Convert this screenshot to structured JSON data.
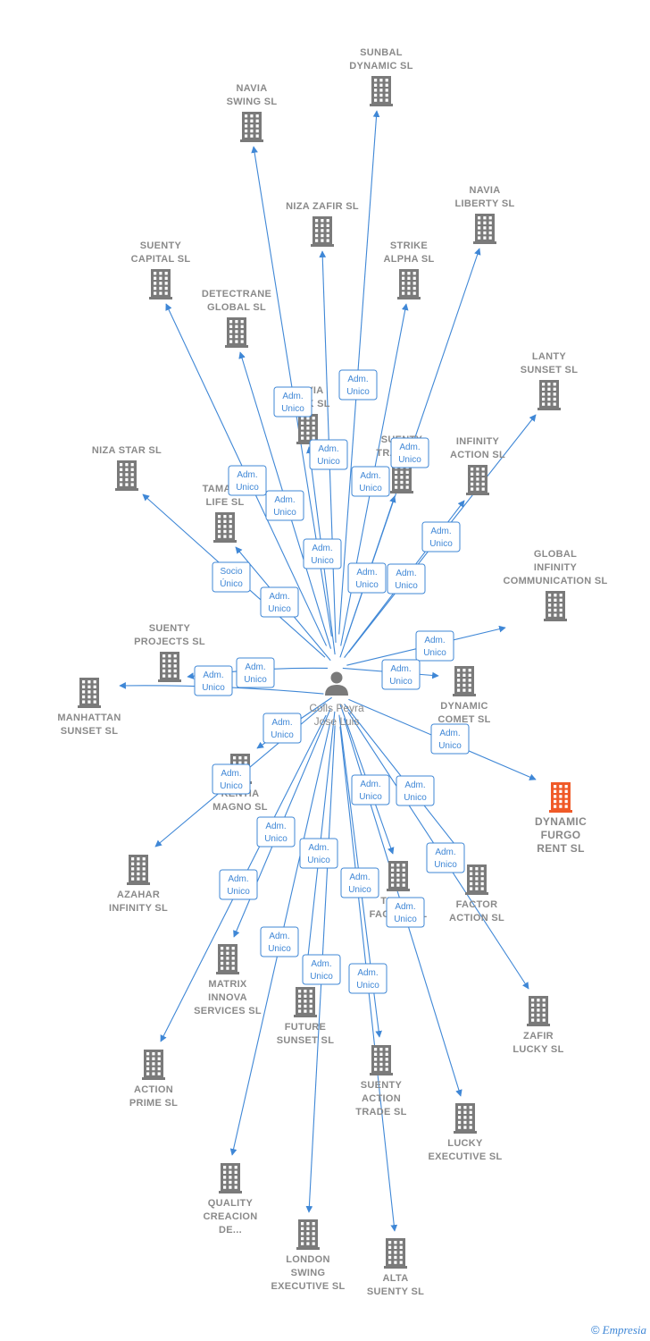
{
  "center": {
    "name_lines": [
      "Colls Peyra",
      "Jose Luis"
    ]
  },
  "colors": {
    "edge": "#3f87d6",
    "building": "#7a7a7a",
    "highlight": "#f05a28",
    "label": "#8a8a8a"
  },
  "nodes": [
    {
      "id": "sunbal",
      "lines": [
        "SUNBAL",
        "DYNAMIC SL"
      ]
    },
    {
      "id": "navia_swing",
      "lines": [
        "NAVIA",
        "SWING SL"
      ]
    },
    {
      "id": "niza_zafir",
      "lines": [
        "NIZA ZAFIR SL"
      ]
    },
    {
      "id": "navia_liberty",
      "lines": [
        "NAVIA",
        "LIBERTY SL"
      ]
    },
    {
      "id": "suenty_capital",
      "lines": [
        "SUENTY",
        "CAPITAL SL"
      ]
    },
    {
      "id": "strike_alpha",
      "lines": [
        "STRIKE",
        "ALPHA SL"
      ]
    },
    {
      "id": "detectrane",
      "lines": [
        "DETECTRANE",
        "GLOBAL  SL"
      ]
    },
    {
      "id": "lanty_sunset",
      "lines": [
        "LANTY",
        "SUNSET SL"
      ]
    },
    {
      "id": "navia_park",
      "lines": [
        "NAVIA",
        "PARK SL"
      ]
    },
    {
      "id": "suenty_trade",
      "lines": [
        "SUENTY",
        "TRADE SL"
      ]
    },
    {
      "id": "infinity_action",
      "lines": [
        "INFINITY",
        "ACTION SL"
      ]
    },
    {
      "id": "niza_star",
      "lines": [
        "NIZA STAR SL"
      ]
    },
    {
      "id": "tamarit_life",
      "lines": [
        "TAMARIT",
        "LIFE SL"
      ]
    },
    {
      "id": "global_infinity",
      "lines": [
        "GLOBAL",
        "INFINITY",
        "COMMUNICATION SL"
      ]
    },
    {
      "id": "suenty_projects",
      "lines": [
        "SUENTY",
        "PROJECTS SL"
      ]
    },
    {
      "id": "manhattan_sunset",
      "lines": [
        "MANHATTAN",
        "SUNSET SL"
      ]
    },
    {
      "id": "dynamic_comet",
      "lines": [
        "DYNAMIC",
        "COMET SL"
      ]
    },
    {
      "id": "dynamic_furgo",
      "lines": [
        "DYNAMIC",
        "FURGO",
        "RENT  SL"
      ],
      "highlight": true
    },
    {
      "id": "kentia_magno",
      "lines": [
        "KENTIA",
        "MAGNO SL"
      ]
    },
    {
      "id": "azahar",
      "lines": [
        "AZAHAR",
        "INFINITY SL"
      ]
    },
    {
      "id": "factor_action",
      "lines": [
        "FACTOR",
        "ACTION SL"
      ]
    },
    {
      "id": "trade_factor",
      "lines": [
        "TRADE",
        "FACTOR SL"
      ]
    },
    {
      "id": "matrix_innova",
      "lines": [
        "MATRIX",
        "INNOVA",
        "SERVICES SL"
      ]
    },
    {
      "id": "zafir_lucky",
      "lines": [
        "ZAFIR",
        "LUCKY SL"
      ]
    },
    {
      "id": "future_sunset",
      "lines": [
        "FUTURE",
        "SUNSET SL"
      ]
    },
    {
      "id": "action_prime",
      "lines": [
        "ACTION",
        "PRIME SL"
      ]
    },
    {
      "id": "suenty_action",
      "lines": [
        "SUENTY",
        "ACTION",
        "TRADE SL"
      ]
    },
    {
      "id": "lucky_exec",
      "lines": [
        "LUCKY",
        "EXECUTIVE SL"
      ]
    },
    {
      "id": "quality",
      "lines": [
        "QUALITY",
        "CREACION",
        "DE..."
      ]
    },
    {
      "id": "london_swing",
      "lines": [
        "LONDON",
        "SWING",
        "EXECUTIVE SL"
      ]
    },
    {
      "id": "alta_suenty",
      "lines": [
        "ALTA",
        "SUENTY SL"
      ]
    }
  ],
  "badges": {
    "adm": [
      "Adm.",
      "Unico"
    ],
    "socio": [
      "Socio",
      "Único"
    ]
  },
  "footer": {
    "copyright": "©",
    "brand": "Empresia"
  }
}
